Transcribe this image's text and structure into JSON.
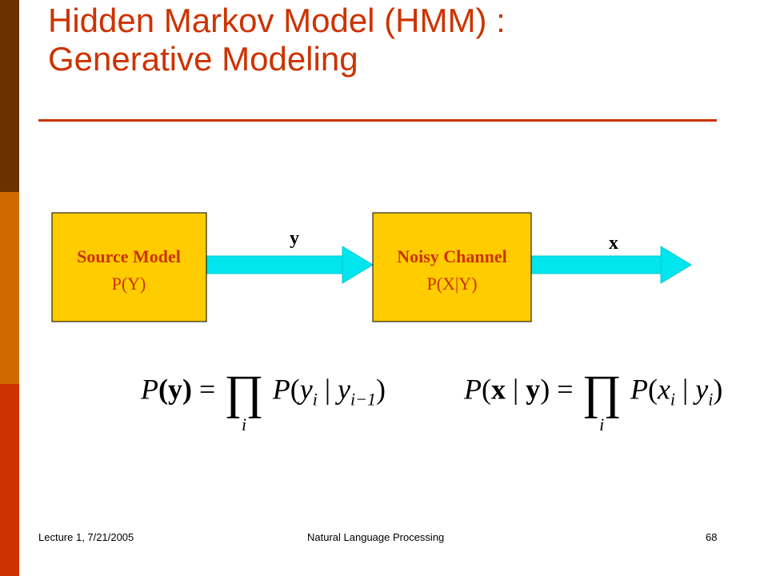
{
  "slide": {
    "title_line1": "Hidden Markov Model (HMM) :",
    "title_line2": "Generative Modeling"
  },
  "diagram": {
    "source_box": {
      "title": "Source Model",
      "formula": "P(Y)"
    },
    "channel_box": {
      "title": "Noisy Channel",
      "formula": "P(X|Y)"
    },
    "signal_y": "y",
    "signal_x": "x"
  },
  "equations": {
    "source": {
      "lhs_p": "P",
      "lhs_arg": "(y)",
      "equals": "=",
      "product": "∏",
      "index": "i",
      "term_p": "P",
      "term_open": "(",
      "term_y": "y",
      "term_sub_i": "i",
      "term_bar": " | ",
      "term_y2": "y",
      "term_sub_im1": "i−1",
      "term_close": ")"
    },
    "channel": {
      "lhs_p": "P",
      "lhs_open": "(",
      "lhs_x": "x",
      "lhs_bar": " | ",
      "lhs_y": "y",
      "lhs_close": ")",
      "equals": "=",
      "product": "∏",
      "index": "i",
      "term_p": "P",
      "term_open": "(",
      "term_x": "x",
      "term_sub_i": "i",
      "term_bar": " | ",
      "term_y": "y",
      "term_sub_i2": "i",
      "term_close": ")"
    }
  },
  "footer": {
    "left": "Lecture 1, 7/21/2005",
    "center": "Natural Language Processing",
    "page": "68"
  },
  "colors": {
    "sidebar_top": "#6b3200",
    "sidebar_mid": "#d06a00",
    "sidebar_bottom": "#cc3300",
    "title": "#cc3300",
    "box_fill": "#ffcc00",
    "box_text": "#cc3300",
    "arrow": "#00e5ee"
  }
}
